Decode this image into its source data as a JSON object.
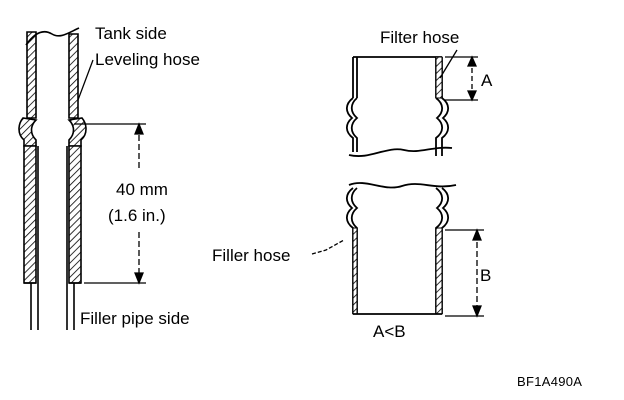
{
  "labels": {
    "tank_side": "Tank side",
    "leveling_hose": "Leveling hose",
    "length_mm": "40 mm",
    "length_in": "(1.6 in.)",
    "filler_pipe_side": "Filler pipe side",
    "filter_hose": "Filter hose",
    "dim_a": "A",
    "filler_hose": "Filler hose",
    "dim_b": "B",
    "comparison": "A<B",
    "figure_code": "BF1A490A"
  }
}
